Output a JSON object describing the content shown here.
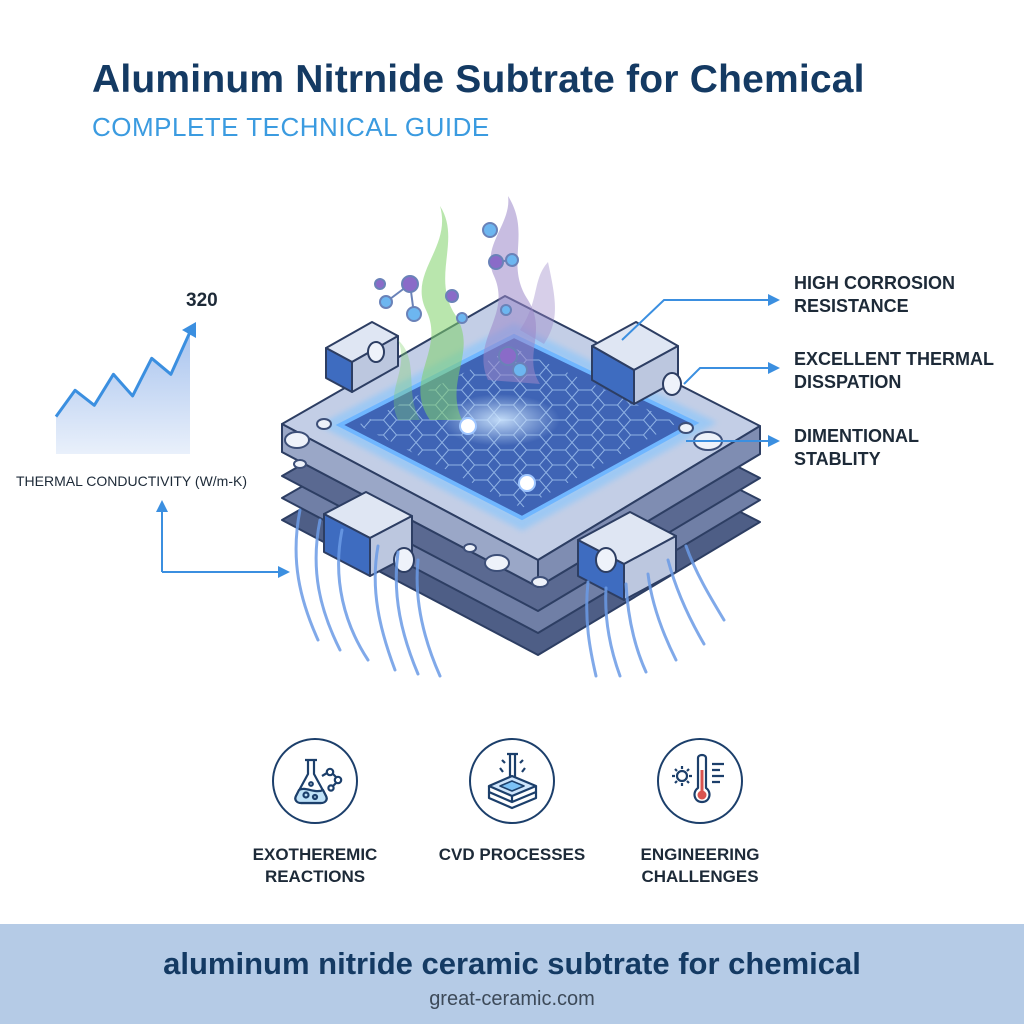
{
  "header": {
    "title": "Aluminum Nitrnide Subtrate for Chemical",
    "subtitle": "COMPLETE TECHNICAL GUIDE"
  },
  "mini_chart": {
    "value_label": "320",
    "axis_label": "THERMAL CONDUCTIVITY (W/m-K)",
    "trend": [
      0.1,
      0.38,
      0.22,
      0.55,
      0.32,
      0.72,
      0.55,
      1.0
    ]
  },
  "callouts": [
    {
      "lines": [
        "HIGH CORROSION",
        "RESISTANCE"
      ]
    },
    {
      "lines": [
        "EXCELLENT THERMAL",
        "DISSPATION"
      ]
    },
    {
      "lines": [
        "DIMENTIONAL",
        "STABLITY"
      ]
    }
  ],
  "features": [
    {
      "icon": "flask-icon",
      "lines": [
        "EXOTHEREMIC",
        "REACTIONS"
      ]
    },
    {
      "icon": "cvd-deposition-icon",
      "lines": [
        "CVD PROCESSES"
      ]
    },
    {
      "icon": "thermometer-gear-icon",
      "lines": [
        "ENGINEERING",
        "CHALLENGES"
      ]
    }
  ],
  "footer": {
    "title": "aluminum nitride ceramic subtrate for chemical",
    "url": "great-ceramic.com"
  },
  "colors": {
    "title": "#143a63",
    "accent": "#3b9be0",
    "footer_bg": "#b5cbe6",
    "gas_green": "#7fd16a",
    "gas_purple": "#9b86c9"
  }
}
